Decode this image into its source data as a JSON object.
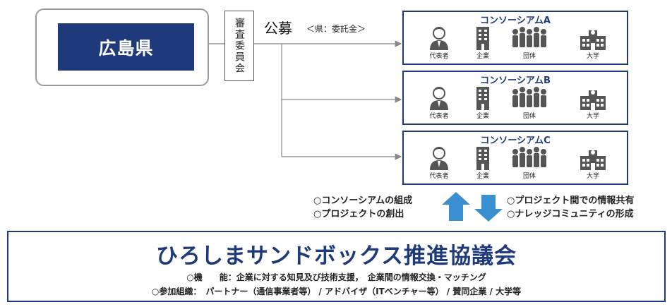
{
  "prefecture": {
    "name": "広島県"
  },
  "committee": {
    "label": "審査委員会"
  },
  "recruitment": {
    "label": "公募",
    "note": "＜県：委託金＞"
  },
  "consortia": [
    {
      "title": "コンソーシアムA"
    },
    {
      "title": "コンソーシアムB"
    },
    {
      "title": "コンソーシアムC"
    }
  ],
  "members": {
    "representative": "代表者",
    "company": "企業",
    "group": "団体",
    "university": "大学"
  },
  "left_activities": [
    "○コンソーシアムの組成",
    "○プロジェクトの創出"
  ],
  "right_activities": [
    "○プロジェクト間での情報共有",
    "○ナレッジコミュニティの形成"
  ],
  "sandbox": {
    "title": "ひろしまサンドボックス推進協議会",
    "function_line": "○機　　能：企業に対する知見及び技術支援，　企業間の情報交換・マッチング",
    "participants_line": "○参加組織：　パートナー（通信事業者等） / アドバイザ（ITベンチャー等） / 賛同企業 / 大学等"
  },
  "colors": {
    "navy": "#1f3a7a",
    "arrow_blue": "#3a8fd0",
    "icon_gray": "#555555"
  }
}
